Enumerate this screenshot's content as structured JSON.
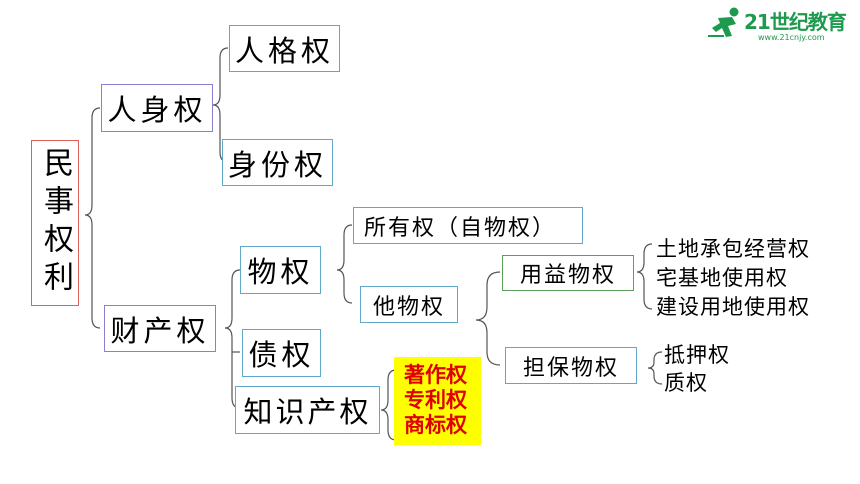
{
  "logo": {
    "name": "21世纪教育",
    "sub": "www.21cnjy.com"
  },
  "root": "民事权利",
  "branches": {
    "personal": "人身权",
    "personality": "人格权",
    "identity": "身份权",
    "property": "财产权",
    "real_right": "物权",
    "ownership": "所有权（自物权）",
    "other_real": "他物权",
    "usufruct": "用益物权",
    "usufruct_items": [
      "土地承包经营权",
      "宅基地使用权",
      "建设用地使用权"
    ],
    "security": "担保物权",
    "security_items": [
      "抵押权",
      "质权"
    ],
    "creditor": "债权",
    "ip": "知识产权",
    "ip_items": [
      "著作权",
      "专利权",
      "商标权"
    ]
  }
}
